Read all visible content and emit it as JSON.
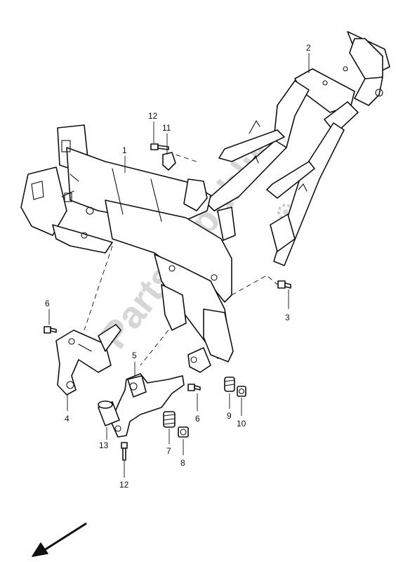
{
  "watermark": {
    "text": "PartsRepublik"
  },
  "callouts": [
    {
      "id": "1",
      "label": "1"
    },
    {
      "id": "2",
      "label": "2"
    },
    {
      "id": "3",
      "label": "3"
    },
    {
      "id": "4",
      "label": "4"
    },
    {
      "id": "5",
      "label": "5"
    },
    {
      "id": "6a",
      "label": "6"
    },
    {
      "id": "6b",
      "label": "6"
    },
    {
      "id": "7",
      "label": "7"
    },
    {
      "id": "8",
      "label": "8"
    },
    {
      "id": "9",
      "label": "9"
    },
    {
      "id": "10",
      "label": "10"
    },
    {
      "id": "11",
      "label": "11"
    },
    {
      "id": "12a",
      "label": "12"
    },
    {
      "id": "12b",
      "label": "12"
    },
    {
      "id": "13",
      "label": "13"
    }
  ],
  "icons": {
    "direction_arrow": "front-direction-arrow-icon",
    "gear": "gear-icon"
  }
}
